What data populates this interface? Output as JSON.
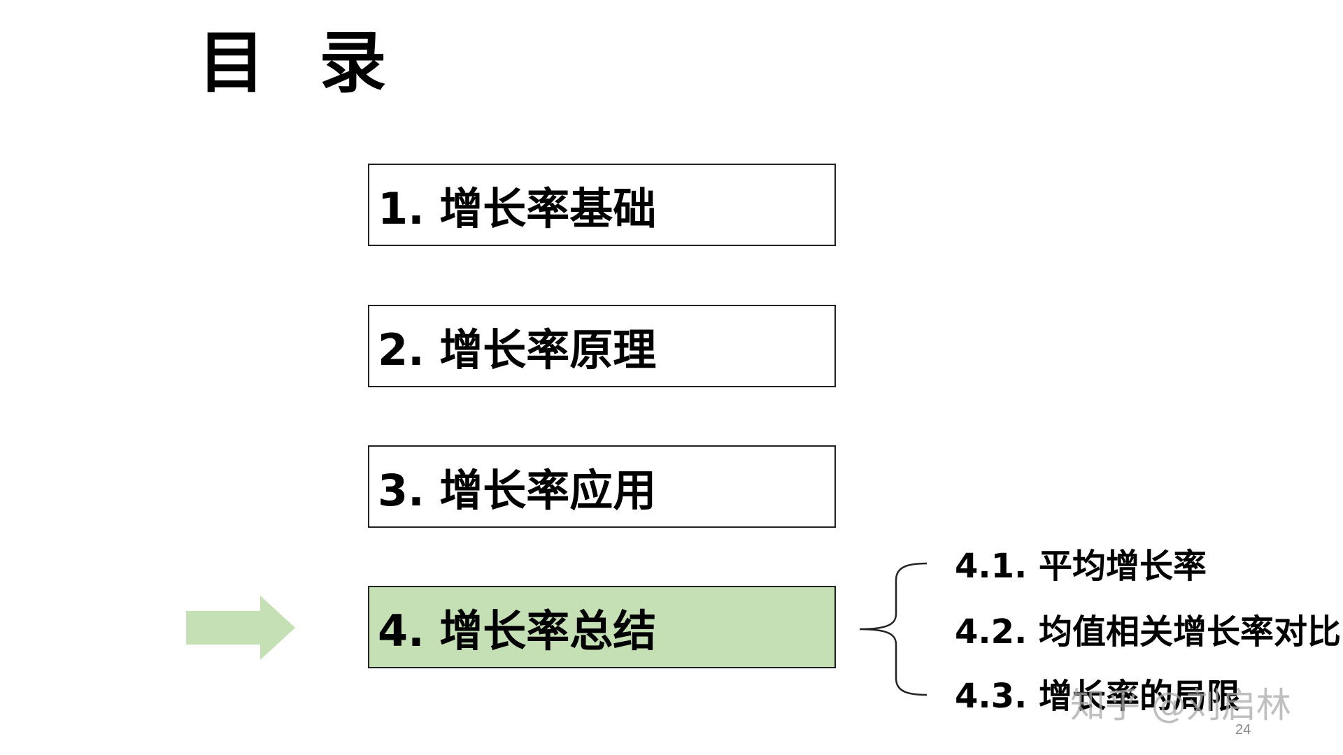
{
  "title": "目 录",
  "toc": [
    {
      "label": "1. 增长率基础"
    },
    {
      "label": "2. 增长率原理"
    },
    {
      "label": "3. 增长率应用"
    },
    {
      "label": "4. 增长率总结"
    }
  ],
  "current_section": 4,
  "subsections": [
    {
      "label": "4.1. 平均增长率"
    },
    {
      "label": "4.2. 均值相关增长率对比"
    },
    {
      "label": "4.3. 增长率的局限"
    }
  ],
  "watermark": "知乎 @刘启林",
  "page_number": "24",
  "icons": {
    "arrow": "right-arrow-icon",
    "brace": "left-brace-icon"
  },
  "colors": {
    "active_fill": "#c5e0b4",
    "arrow_fill": "#c5e0b4",
    "text": "#000000",
    "border": "#222222"
  }
}
